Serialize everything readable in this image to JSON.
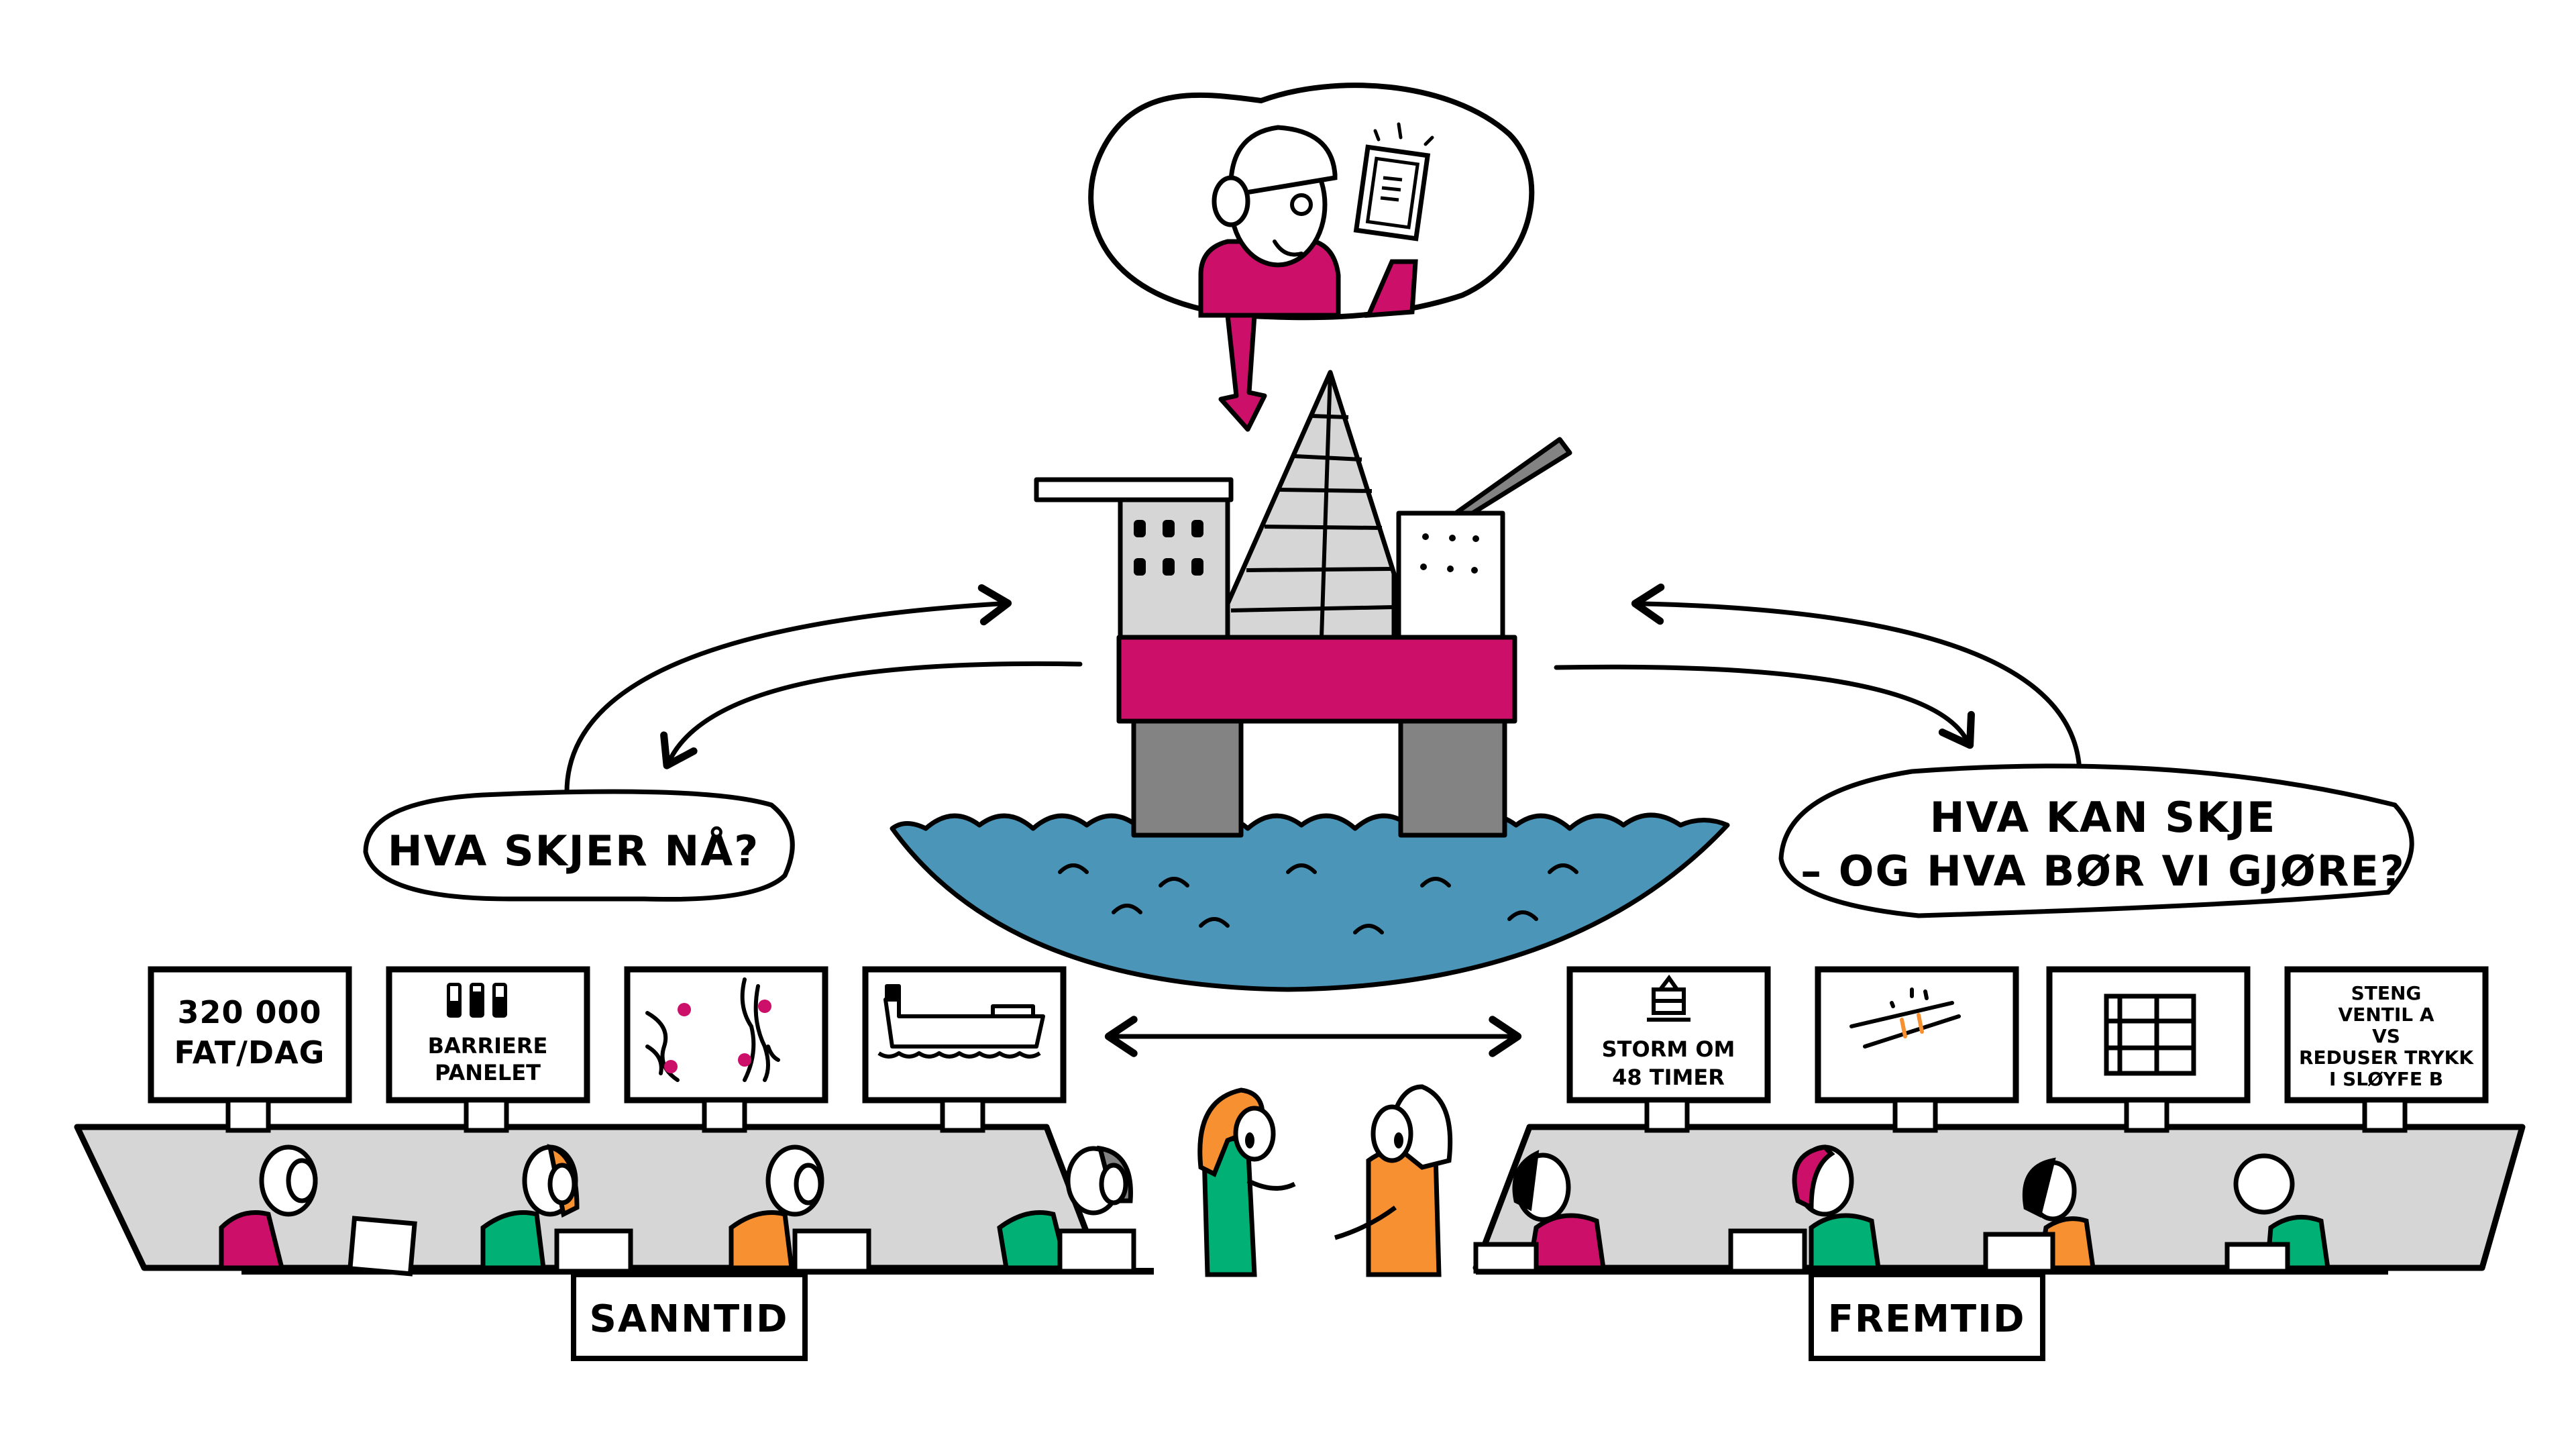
{
  "colors": {
    "magenta": "#cc0f68",
    "green": "#00b074",
    "orange": "#f79030",
    "sea_blue": "#4a95b8",
    "light_gray": "#d6d6d6",
    "mid_gray": "#838383",
    "ink": "#000000",
    "paper": "#ffffff"
  },
  "thought_bubble": {
    "figure": "engineer-with-hardhat-and-tablet",
    "icon": "tablet-icon"
  },
  "platform": {
    "name": "offshore-oil-platform"
  },
  "bubbles": {
    "left": {
      "lines": [
        "HVA SKJER NÅ?"
      ]
    },
    "right": {
      "lines": [
        "HVA KAN SKJE",
        "– OG HVA BØR VI GJØRE?"
      ]
    }
  },
  "left_station": {
    "tag": "SANNTID",
    "monitors": [
      {
        "icon": "text",
        "lines": [
          "320 000",
          "FAT/DAG"
        ]
      },
      {
        "icon": "barrier-panel-icon",
        "lines": [
          "BARRIERE",
          "PANELET"
        ]
      },
      {
        "icon": "seismic-lines-icon",
        "lines": []
      },
      {
        "icon": "tanker-ship-icon",
        "lines": []
      }
    ],
    "operators": [
      "magenta",
      "green",
      "orange",
      "green"
    ]
  },
  "right_station": {
    "tag": "FREMTID",
    "monitors": [
      {
        "icon": "platform-icon",
        "lines": [
          "STORM OM",
          "48 TIMER"
        ]
      },
      {
        "icon": "pipe-icon",
        "lines": []
      },
      {
        "icon": "grid-table-icon",
        "lines": []
      },
      {
        "icon": "text",
        "lines": [
          "STENG",
          "VENTIL A",
          "VS",
          "REDUSER TRYKK",
          "I SLØYFE B"
        ]
      }
    ],
    "operators": [
      "magenta",
      "green",
      "orange",
      "green"
    ]
  },
  "center_people": [
    {
      "shirt": "green",
      "hair": "orange"
    },
    {
      "shirt": "orange",
      "hair": "white"
    }
  ]
}
